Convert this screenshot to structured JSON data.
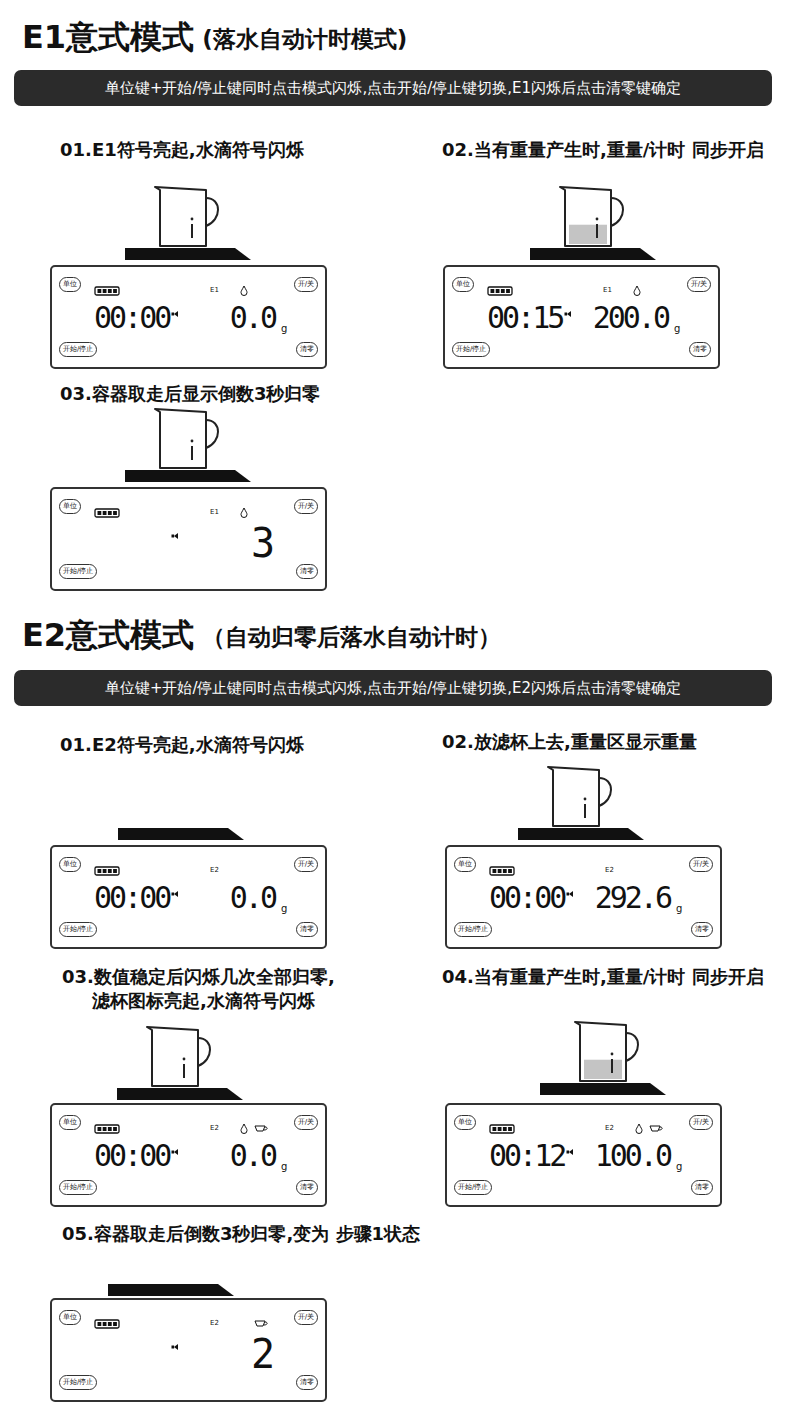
{
  "diagram": {
    "nodes": [
      {
        "text": [
          "单位键+开始/停止键同时点击模式闪烁,点击开始/停止键切换,E1闪烁后点击清零键确定"
        ]
      },
      {
        "text": [
          "00:00",
          "0.0",
          "g",
          "E1"
        ]
      },
      {
        "text": [
          "单位"
        ],
        "in": 1
      },
      {
        "text": [
          "开/关"
        ],
        "in": 1
      },
      {
        "text": [
          "开始/停止"
        ],
        "in": 1
      },
      {
        "text": [
          "清零"
        ],
        "in": 1
      },
      {
        "text": [
          "00:15",
          "200.0",
          "g",
          "E1"
        ]
      },
      {
        "text": [
          "单位"
        ],
        "in": 6
      },
      {
        "text": [
          "开/关"
        ],
        "in": 6
      },
      {
        "text": [
          "开始/停止"
        ],
        "in": 6
      },
      {
        "text": [
          "清零"
        ],
        "in": 6
      },
      {
        "text": [
          "3",
          "E1"
        ]
      },
      {
        "text": [
          "单位"
        ],
        "in": 11
      },
      {
        "text": [
          "开/关"
        ],
        "in": 11
      },
      {
        "text": [
          "开始/停止"
        ],
        "in": 11
      },
      {
        "text": [
          "清零"
        ],
        "in": 11
      },
      {
        "text": [
          "单位键+开始/停止键同时点击模式闪烁,点击开始/停止键切换,E2闪烁后点击清零键确定"
        ]
      },
      {
        "text": [
          "00:00",
          "0.0",
          "g",
          "E2"
        ]
      },
      {
        "text": [
          "单位"
        ],
        "in": 17
      },
      {
        "text": [
          "开/关"
        ],
        "in": 17
      },
      {
        "text": [
          "开始/停止"
        ],
        "in": 17
      },
      {
        "text": [
          "清零"
        ],
        "in": 17
      },
      {
        "text": [
          "00:00",
          "292.6",
          "g",
          "E2"
        ]
      },
      {
        "text": [
          "单位"
        ],
        "in": 22
      },
      {
        "text": [
          "开/关"
        ],
        "in": 22
      },
      {
        "text": [
          "开始/停止"
        ],
        "in": 22
      },
      {
        "text": [
          "清零"
        ],
        "in": 22
      },
      {
        "text": [
          "00:00",
          "0.0",
          "g",
          "E2"
        ]
      },
      {
        "text": [
          "单位"
        ],
        "in": 27
      },
      {
        "text": [
          "开/关"
        ],
        "in": 27
      },
      {
        "text": [
          "开始/停止"
        ],
        "in": 27
      },
      {
        "text": [
          "清零"
        ],
        "in": 27
      },
      {
        "text": [
          "00:12",
          "100.0",
          "g",
          "E2"
        ]
      },
      {
        "text": [
          "单位"
        ],
        "in": 32
      },
      {
        "text": [
          "开/关"
        ],
        "in": 32
      },
      {
        "text": [
          "开始/停止"
        ],
        "in": 32
      },
      {
        "text": [
          "清零"
        ],
        "in": 32
      },
      {
        "text": [
          "2",
          "E2"
        ]
      },
      {
        "text": [
          "单位"
        ],
        "in": 37
      },
      {
        "text": [
          "开/关"
        ],
        "in": 37
      },
      {
        "text": [
          "开始/停止"
        ],
        "in": 37
      },
      {
        "text": [
          "清零"
        ],
        "in": 37
      }
    ],
    "labels": [
      "E1意式模式",
      "(落水自动计时模式)",
      "01.E1符号亮起,水滴符号闪烁",
      "02.当有重量产生时,重量/计时 同步开启",
      "03.容器取走后显示倒数3秒归零",
      "E2意式模式",
      "（自动归零后落水自动计时）",
      "01.E2符号亮起,水滴符号闪烁",
      "02.放滤杯上去,重量区显示重量",
      "03.数值稳定后闪烁几次全部归零, 滤杯图标亮起,水滴符号闪烁",
      "04.当有重量产生时,重量/计时 同步开启",
      "05.容器取走后倒数3秒归零,变为 步骤1状态"
    ]
  }
}
